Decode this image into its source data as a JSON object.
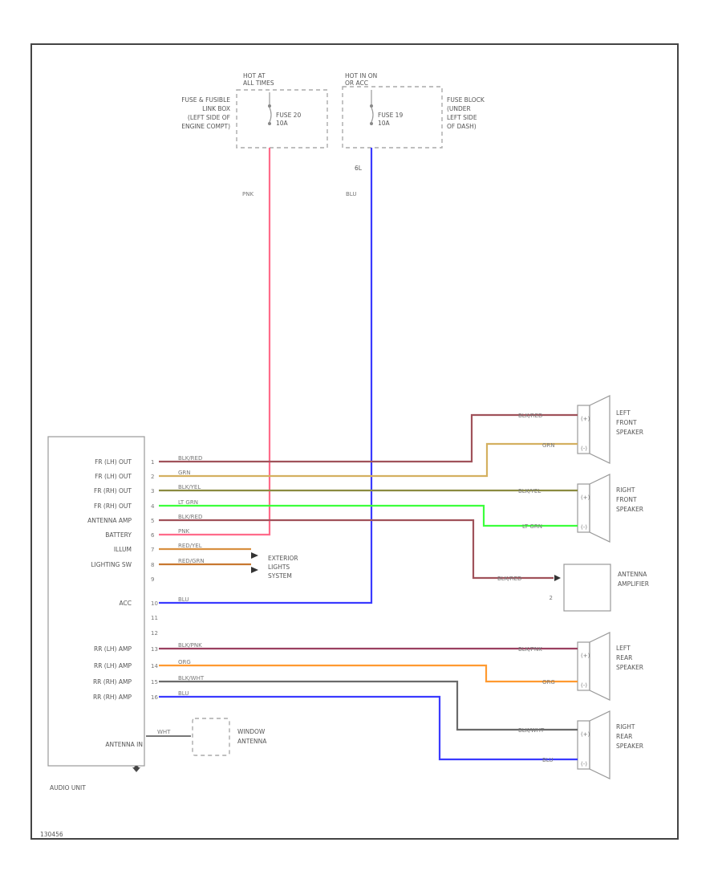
{
  "fuses": [
    {
      "hot_label_1": "HOT AT",
      "hot_label_2": "ALL TIMES",
      "fuse_name": "FUSE 20",
      "fuse_rating": "10A",
      "location": [
        "FUSE & FUSIBLE",
        "LINK BOX",
        "(LEFT SIDE OF",
        "ENGINE COMPT)"
      ],
      "wire_color": "PNK",
      "color": "#ff6b8a"
    },
    {
      "hot_label_1": "HOT IN ON",
      "hot_label_2": "OR ACC",
      "fuse_name": "FUSE 19",
      "fuse_rating": "10A",
      "location": [
        "FUSE BLOCK",
        "(UNDER",
        "LEFT SIDE",
        "OF DASH)"
      ],
      "terminal": "6L",
      "wire_color": "BLU",
      "color": "#3a3aff"
    }
  ],
  "audio_unit": {
    "title": "AUDIO UNIT",
    "pins": [
      {
        "label": "FR (LH) OUT",
        "num": "1"
      },
      {
        "label": "FR (LH) OUT",
        "num": "2"
      },
      {
        "label": "FR (RH) OUT",
        "num": "3"
      },
      {
        "label": "FR (RH) OUT",
        "num": "4"
      },
      {
        "label": "ANTENNA AMP",
        "num": "5"
      },
      {
        "label": "BATTERY",
        "num": "6"
      },
      {
        "label": "ILLUM",
        "num": "7"
      },
      {
        "label": "LIGHTING SW",
        "num": "8"
      },
      {
        "label": "",
        "num": "9"
      },
      {
        "label": "ACC",
        "num": "10"
      },
      {
        "label": "",
        "num": "11"
      },
      {
        "label": "",
        "num": "12"
      },
      {
        "label": "RR (LH) AMP",
        "num": "13"
      },
      {
        "label": "RR (LH) AMP",
        "num": "14"
      },
      {
        "label": "RR (RH) AMP",
        "num": "15"
      },
      {
        "label": "RR (RH) AMP",
        "num": "16"
      }
    ],
    "antenna_in": "ANTENNA IN"
  },
  "wires": [
    {
      "label": "BLK/RED",
      "color": "#a0525a"
    },
    {
      "label": "GRN",
      "color": "#d4b060"
    },
    {
      "label": "BLK/YEL",
      "color": "#8a8a40"
    },
    {
      "label": "LT GRN",
      "color": "#3cff3c"
    },
    {
      "label": "BLK/RED",
      "color": "#a0525a"
    },
    {
      "label": "PNK",
      "color": "#ff6b8a"
    },
    {
      "label": "RED/YEL",
      "color": "#d89040"
    },
    {
      "label": "RED/GRN",
      "color": "#c87830"
    },
    {
      "label": "BLU",
      "color": "#3a3aff"
    },
    {
      "label": "BLK/PNK",
      "color": "#9a4060"
    },
    {
      "label": "ORG",
      "color": "#ff9a30"
    },
    {
      "label": "BLK/WHT",
      "color": "#6a6a6a"
    },
    {
      "label": "BLU",
      "color": "#3a3aff"
    }
  ],
  "right_wire_labels": {
    "lf_pos": "BLK/RED",
    "lf_neg": "GRN",
    "rf_pos": "BLK/YEL",
    "rf_neg": "LT GRN",
    "amp": "BLK/RED",
    "lr_pos": "BLK/PNK",
    "lr_neg": "ORG",
    "rr_pos": "BLK/WHT",
    "rr_neg": "BLU",
    "antenna": "WHT"
  },
  "speakers": [
    {
      "name": [
        "LEFT",
        "FRONT",
        "SPEAKER"
      ]
    },
    {
      "name": [
        "RIGHT",
        "FRONT",
        "SPEAKER"
      ]
    },
    {
      "name": [
        "LEFT",
        "REAR",
        "SPEAKER"
      ]
    },
    {
      "name": [
        "RIGHT",
        "REAR",
        "SPEAKER"
      ]
    }
  ],
  "speaker_pins": {
    "pos": "(+)",
    "neg": "(-)"
  },
  "antenna_amp": {
    "name": [
      "ANTENNA",
      "AMPLIFIER"
    ],
    "pin": "2"
  },
  "window_antenna": [
    "WINDOW",
    "ANTENNA"
  ],
  "exterior_lights": [
    "EXTERIOR",
    "LIGHTS",
    "SYSTEM"
  ],
  "diagram_id": "130456"
}
